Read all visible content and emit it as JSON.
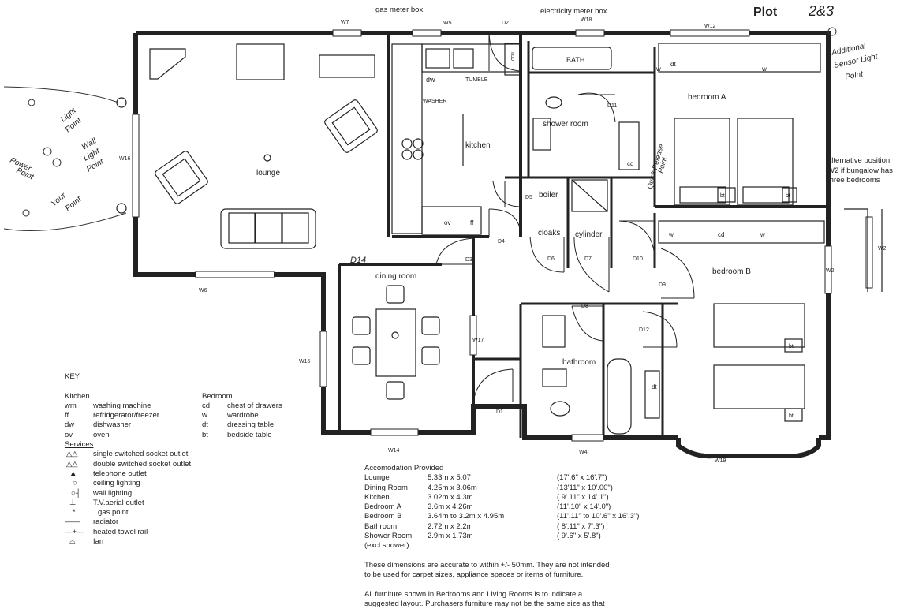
{
  "title": {
    "plot": "Plot",
    "numbers": "2&3"
  },
  "top_labels": {
    "gas_meter": "gas meter box",
    "electricity_meter": "electricity meter box"
  },
  "rooms": {
    "lounge": "lounge",
    "kitchen": "kitchen",
    "dining_room": "dining room",
    "shower_room": "shower room",
    "bedroom_a": "bedroom A",
    "bedroom_b": "bedroom B",
    "bathroom": "bathroom",
    "boiler": "boiler",
    "cloaks": "cloaks",
    "cylinder": "cylinder",
    "bath": "BATH"
  },
  "windows": {
    "w7": "W7",
    "w5": "W5",
    "w18": "W18",
    "w12": "W12",
    "w16": "W16",
    "w6": "W6",
    "w15": "W15",
    "w17": "W17",
    "w14": "W14",
    "w4": "W4",
    "w19": "W19",
    "w2": "W2",
    "w2_alt": "W2"
  },
  "doors": {
    "d2": "D2",
    "d11": "D11",
    "d5": "D5",
    "d4": "D4",
    "d3": "D3",
    "d6": "D6",
    "d7": "D7",
    "d10": "D10",
    "d9": "D9",
    "d8": "D8",
    "d12": "D12",
    "d1": "D1",
    "d14": "D14"
  },
  "fixtures": {
    "dw": "dw",
    "tumble": "TUMBLE",
    "washer": "WASHER",
    "ccu": "ccu",
    "ov": "ov",
    "ff": "ff",
    "cd": "cd",
    "w": "w",
    "dt": "dt",
    "bt": "bt"
  },
  "alternative": {
    "line1": "alternative position",
    "line2": "W2 if bungalow has",
    "line3": "three bedrooms"
  },
  "handwritten": {
    "light_point": [
      "Light",
      "Point"
    ],
    "power_point": [
      "Power",
      "Point"
    ],
    "wall_light": [
      "Wall",
      "Light",
      "Point"
    ],
    "tv_point": [
      "Your",
      "Point"
    ],
    "sensor": [
      "Additional",
      "Sensor Light",
      "Point"
    ],
    "quick_release": [
      "Quick Release",
      "Point"
    ]
  },
  "key": {
    "title": "KEY",
    "kitchen_heading": "Kitchen",
    "kitchen_items": [
      {
        "code": "wm",
        "desc": "washing machine"
      },
      {
        "code": "ff",
        "desc": "refridgerator/freezer"
      },
      {
        "code": "dw",
        "desc": "dishwasher"
      },
      {
        "code": "ov",
        "desc": "oven"
      }
    ],
    "bedroom_heading": "Bedroom",
    "bedroom_items": [
      {
        "code": "cd",
        "desc": "chest of drawers"
      },
      {
        "code": "w",
        "desc": "wardrobe"
      },
      {
        "code": "dt",
        "desc": "dressing table"
      },
      {
        "code": "bt",
        "desc": "bedside table"
      }
    ],
    "services_heading": "Services",
    "services_items": [
      {
        "sym": "socket-single-icon",
        "desc": "single switched socket outlet"
      },
      {
        "sym": "socket-double-icon",
        "desc": "double switched socket outlet"
      },
      {
        "sym": "telephone-outlet-icon",
        "desc": "telephone outlet"
      },
      {
        "sym": "ceiling-light-icon",
        "desc": "ceiling lighting"
      },
      {
        "sym": "wall-light-icon",
        "desc": "wall lighting"
      },
      {
        "sym": "tv-outlet-icon",
        "desc": "T.V.aerial outlet"
      },
      {
        "sym": "gas-point-icon",
        "desc": "gas point"
      },
      {
        "sym": "radiator-icon",
        "desc": "radiator"
      },
      {
        "sym": "towel-rail-icon",
        "desc": "heated towel rail"
      },
      {
        "sym": "fan-icon",
        "desc": "fan"
      }
    ]
  },
  "accommodation": {
    "heading": "Accomodation Provided",
    "rows": [
      {
        "room": "Lounge",
        "metric": "5.33m  x  5.07",
        "imperial": "(17'.6\"  x  16'.7\")"
      },
      {
        "room": "Dining Room",
        "metric": "4.25m  x  3.06m",
        "imperial": "(13'11\"  x  10'.00\")"
      },
      {
        "room": "Kitchen",
        "metric": "3.02m  x  4.3m",
        "imperial": "( 9'.11\"  x  14'.1\")"
      },
      {
        "room": "Bedroom  A",
        "metric": "3.6m   x  4.26m",
        "imperial": "(11'.10\"  x  14'.0\")"
      },
      {
        "room": "Bedroom  B",
        "metric": "3.64m  to  3.2m  x  4.95m",
        "imperial": "(11'.11\"  to  10'.6\"  x  16'.3\")"
      },
      {
        "room": "Bathroom",
        "metric": "2.72m  x  2.2m",
        "imperial": "( 8'.11\"  x  7'.3\")"
      },
      {
        "room": "Shower Room",
        "metric": "2.9m   x  1.73m",
        "imperial": "( 9'.6\"  x  5'.8\")"
      },
      {
        "room": "(excl.shower)",
        "metric": "",
        "imperial": ""
      }
    ],
    "note1": "These dimensions are accurate to within +/- 50mm. They are not intended",
    "note1b": "to be used for carpet sizes, appliance spaces or items of furniture.",
    "note2": "All furniture shown in Bedrooms and Living Rooms is to indicate a",
    "note2b": "suggested layout. Purchasers furniture may not be the same size as that"
  }
}
